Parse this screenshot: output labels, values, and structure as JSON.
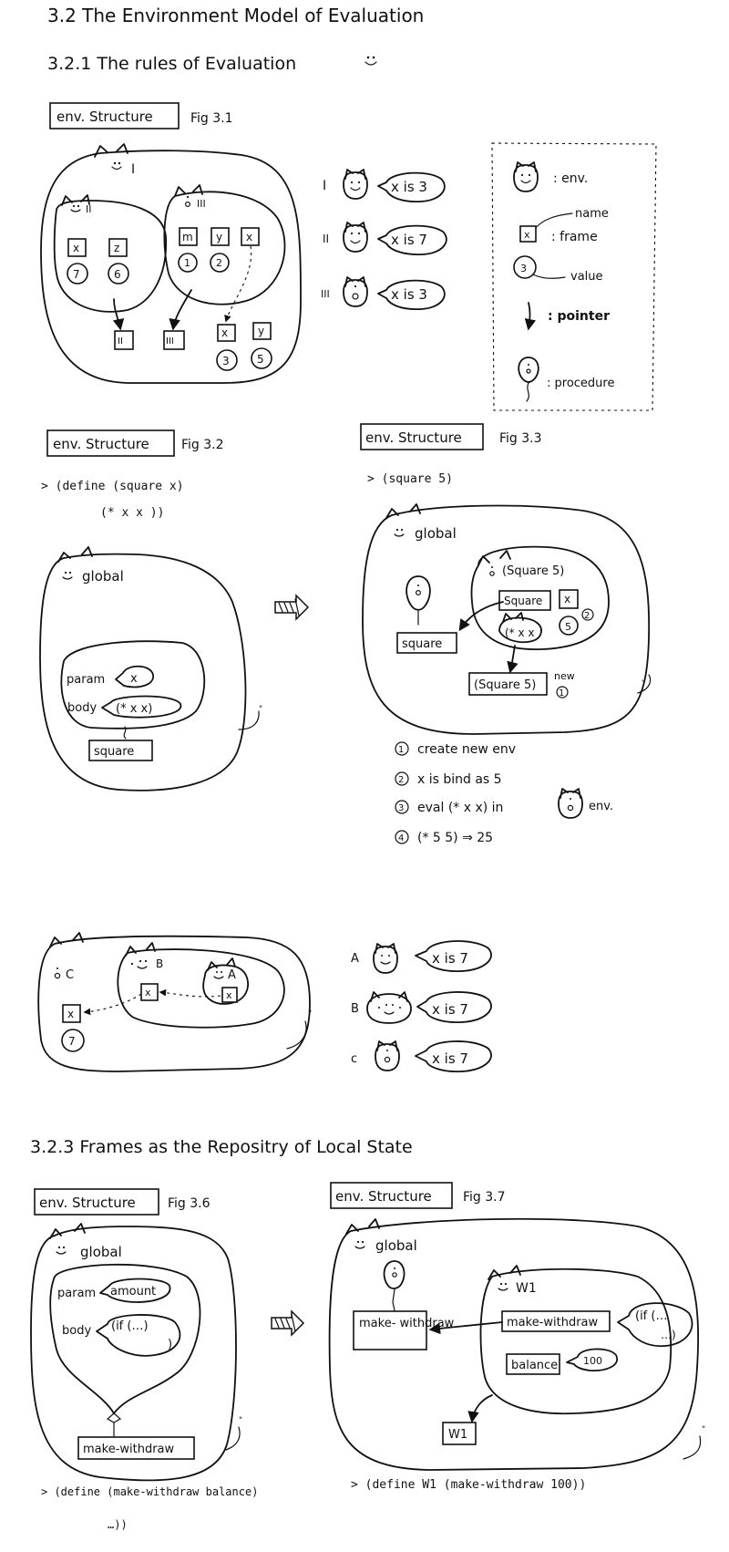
{
  "headings": {
    "h32": "3.2 The Environment Model of Evaluation",
    "h321": "3.2.1 The rules of Evaluation",
    "h323": "3.2.3 Frames as the Repositry of Local State"
  },
  "figures": {
    "fig31": {
      "tag": "env. Structure",
      "caption": "Fig 3.1"
    },
    "fig32": {
      "tag": "env. Structure",
      "caption": "Fig 3.2"
    },
    "fig33": {
      "tag": "env. Structure",
      "caption": "Fig 3.3"
    },
    "fig36": {
      "tag": "env. Structure",
      "caption": "Fig 3.6"
    },
    "fig37": {
      "tag": "env. Structure",
      "caption": "Fig 3.7"
    }
  },
  "fig31": {
    "env_I": "I",
    "env_II": "II",
    "env_III": "III",
    "frame_x": "x",
    "frame_z": "z",
    "frame_m": "m",
    "frame_y": "y",
    "v7": "7",
    "v6": "6",
    "v1": "1",
    "v2": "2",
    "v3": "3",
    "v5": "5",
    "bottom_II": "II",
    "bottom_III": "III"
  },
  "envs_list": [
    {
      "label": "I",
      "speech": "x is 3"
    },
    {
      "label": "II",
      "speech": "x is 7"
    },
    {
      "label": "III",
      "speech": "x is 3"
    }
  ],
  "legend": {
    "env": ": env.",
    "name": "name",
    "frame_box": "x",
    "frame": ": frame",
    "value_circle": "3",
    "value": "value",
    "pointer": ": pointer",
    "procedure": ": procedure"
  },
  "fig32": {
    "code_line1": "> (define (square x)",
    "code_line2": "(* x x ))",
    "global": "global",
    "param": "param",
    "param_val": "x",
    "body": "body",
    "body_val": "(* x x)",
    "proc": "square"
  },
  "fig33": {
    "code": "> (square 5)",
    "global": "global",
    "sub_env": "(Square 5)",
    "square_frame": "Square",
    "x_frame": "x",
    "body": "(* x x",
    "value5": "5",
    "circled2": "2",
    "proc": "square",
    "call": "(Square 5)",
    "new": "new",
    "circled1": "1",
    "steps": [
      {
        "num": "1",
        "text": "create new env"
      },
      {
        "num": "2",
        "text": "x is bind as 5"
      },
      {
        "num": "3",
        "text": "eval (* x x) in"
      },
      {
        "num": "4",
        "text": "(* 5 5) ⇒ 25"
      }
    ],
    "step3_tail": "env."
  },
  "figABC": {
    "C": "C",
    "B": "B",
    "A": "A",
    "frame_x": "x",
    "v7": "7",
    "list": [
      {
        "label": "A",
        "speech": "x is 7"
      },
      {
        "label": "B",
        "speech": "x is 7"
      },
      {
        "label": "c",
        "speech": "x is 7"
      }
    ]
  },
  "fig36": {
    "global": "global",
    "param": "param",
    "param_val": "amount",
    "body": "body",
    "body_val1": "(if (…)",
    "body_val2": ")",
    "proc": "make-withdraw",
    "code_line1": "> (define (make-withdraw balance)",
    "code_line2": "…))"
  },
  "fig37": {
    "global": "global",
    "proc": "make- withdraw",
    "w1_env": "W1",
    "frame1": "make-withdraw",
    "frame2": "balance",
    "speech_if1": "(if (…",
    "speech_if2": "…)",
    "speech_100": "100",
    "w1": "W1",
    "code": "> (define W1 (make-withdraw 100))"
  }
}
